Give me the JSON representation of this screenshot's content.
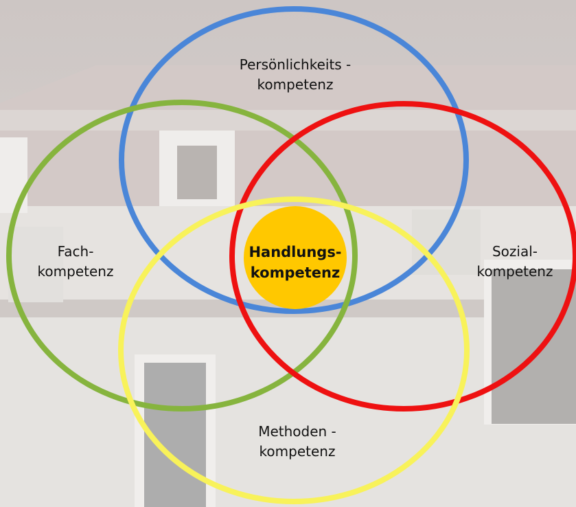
{
  "diagram": {
    "circles": [
      {
        "id": "persoenlichkeit",
        "color": "#4a86d8",
        "lines": [
          "Persönlichkeits -",
          "kompetenz"
        ]
      },
      {
        "id": "fach",
        "color": "#86b43e",
        "lines": [
          "Fach-",
          "kompetenz"
        ]
      },
      {
        "id": "sozial",
        "color": "#ee1111",
        "lines": [
          "Sozial-",
          "kompetenz"
        ]
      },
      {
        "id": "methoden",
        "color": "#f8f25a",
        "lines": [
          "Methoden -",
          "kompetenz"
        ]
      }
    ],
    "center": {
      "color": "#ffc800",
      "lines": [
        "Handlungs-",
        "kompetenz"
      ]
    }
  }
}
